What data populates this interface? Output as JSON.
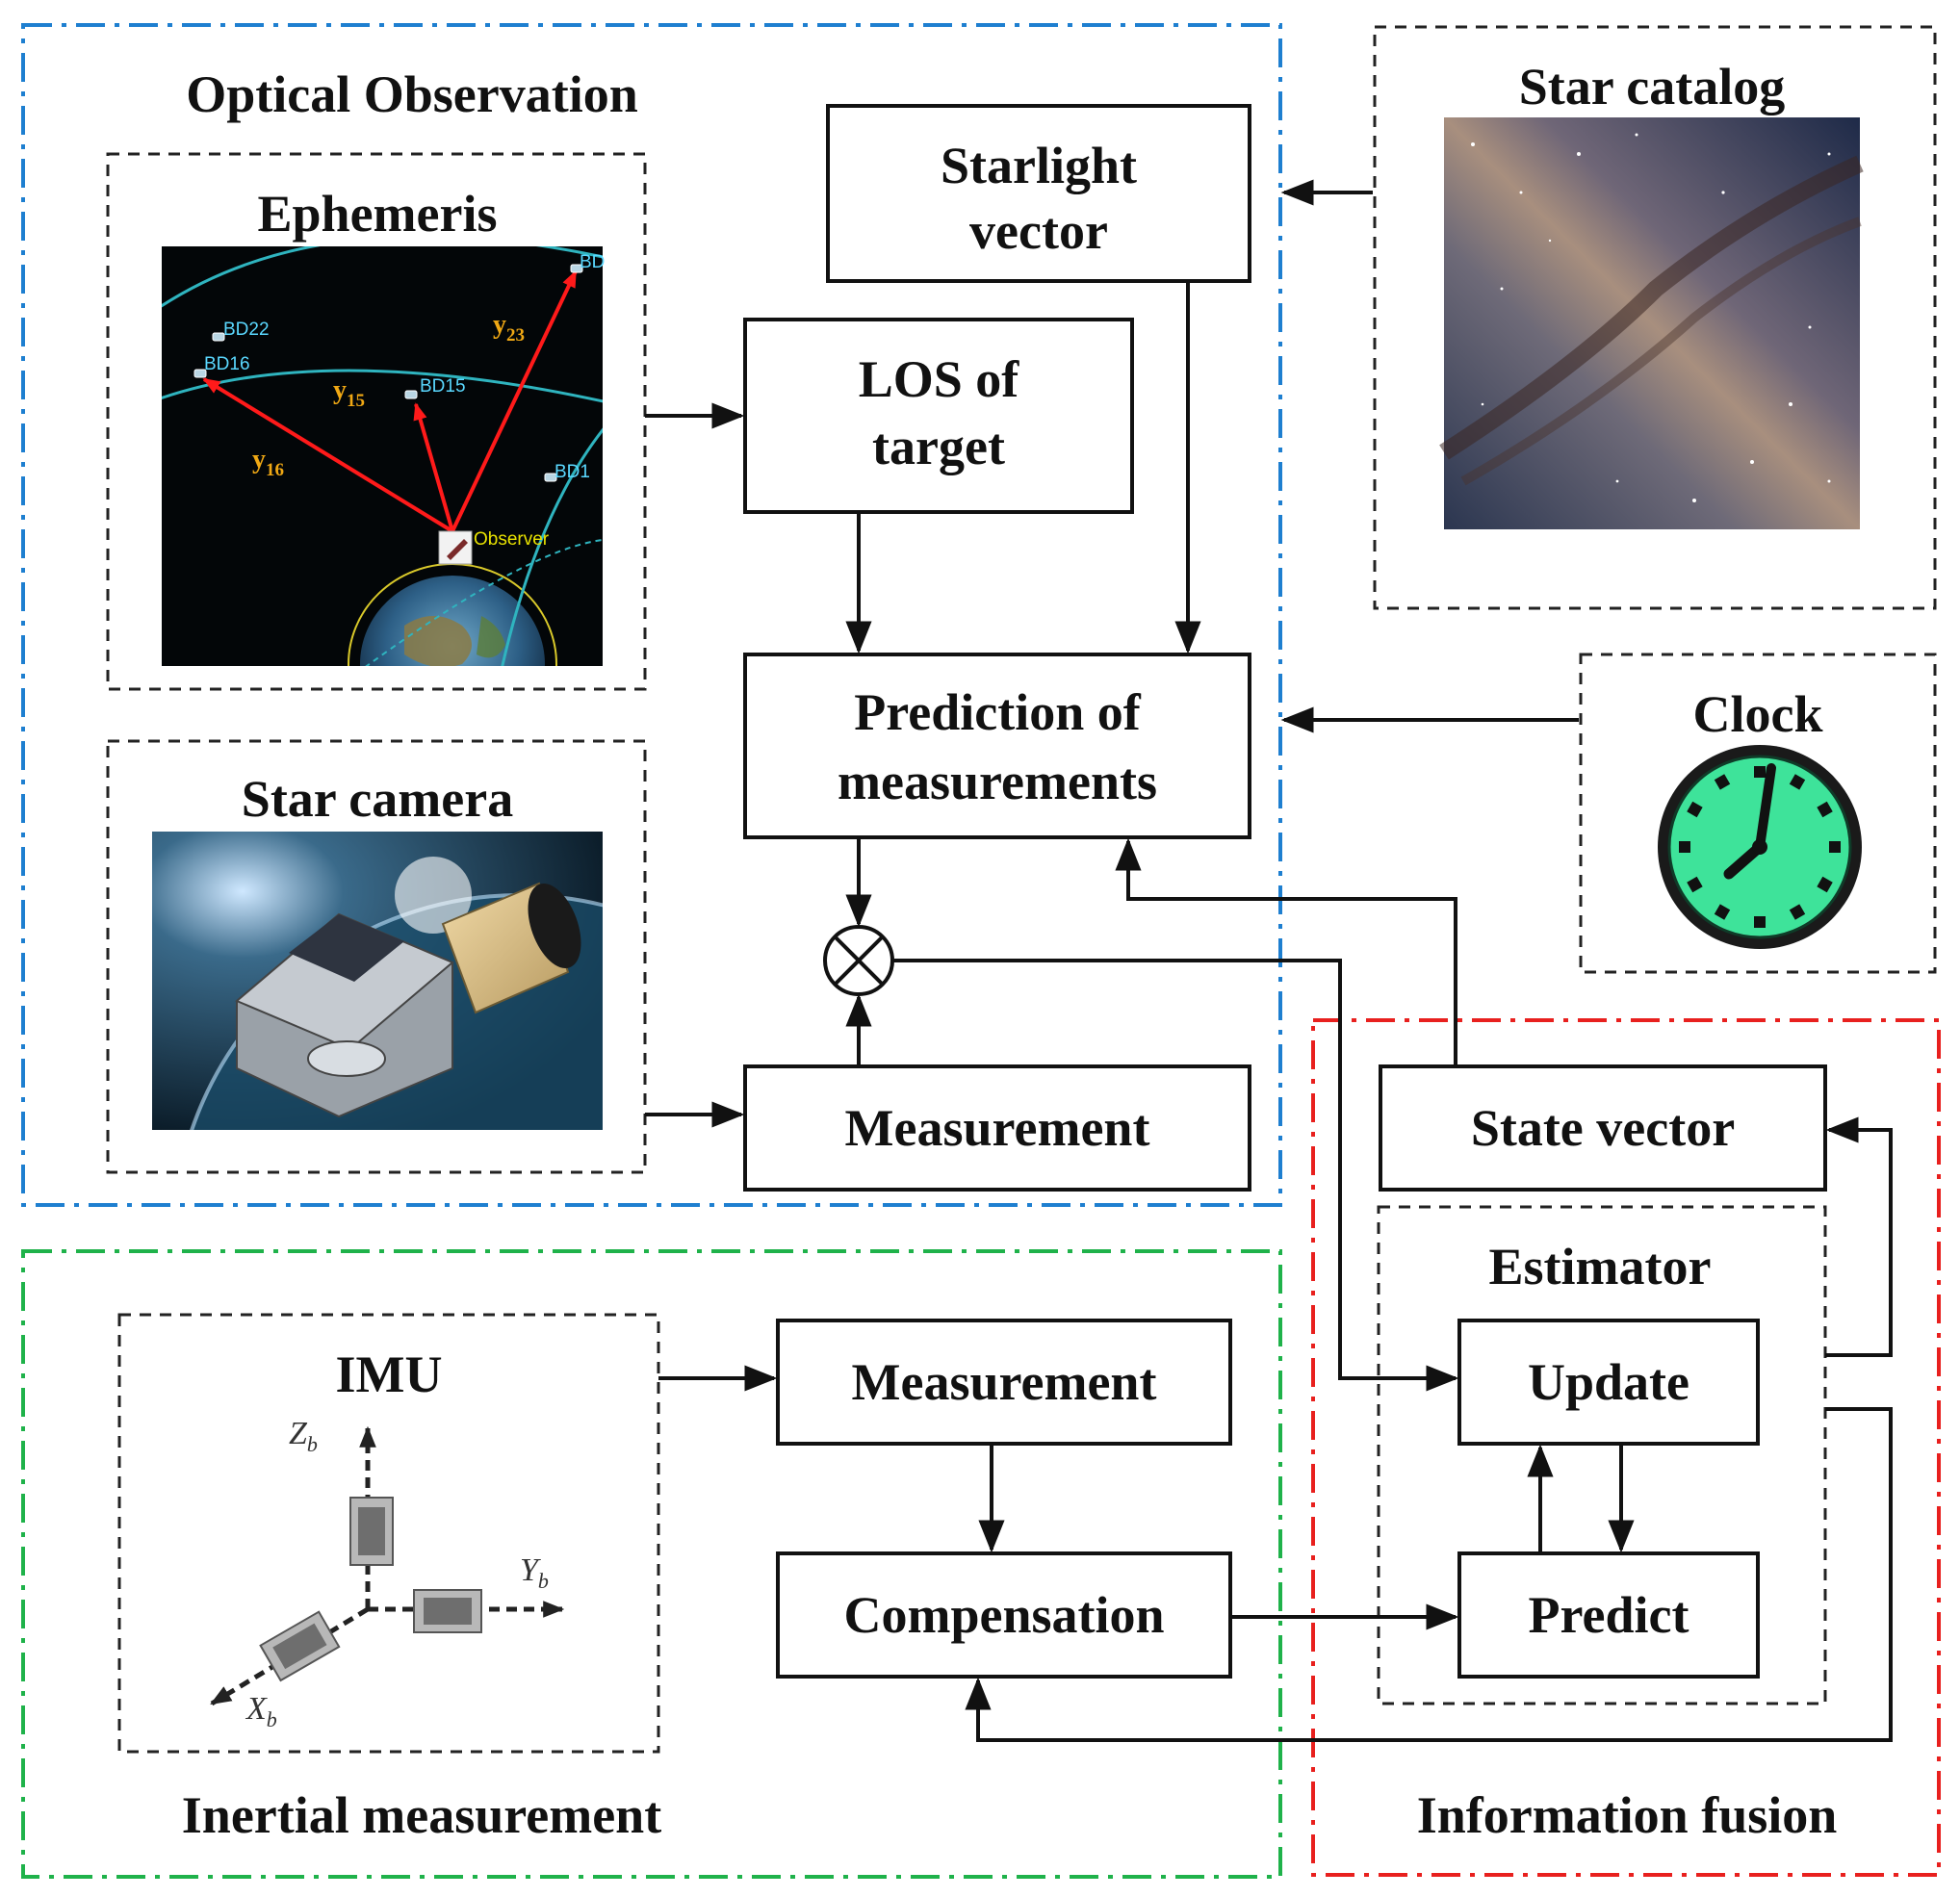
{
  "regions": {
    "optical": "Optical Observation",
    "inertial": "Inertial measurement",
    "fusion": "Information fusion"
  },
  "sources": {
    "ephemeris": "Ephemeris",
    "star_camera": "Star camera",
    "star_catalog": "Star catalog",
    "clock": "Clock",
    "imu": "IMU",
    "estimator": "Estimator"
  },
  "blocks": {
    "starlight_vector": [
      "Starlight",
      "vector"
    ],
    "los_target": [
      "LOS of",
      "target"
    ],
    "prediction": [
      "Prediction of",
      "measurements"
    ],
    "optical_measurement": "Measurement",
    "inertial_measurement": "Measurement",
    "compensation": "Compensation",
    "state_vector": "State vector",
    "update": "Update",
    "predict": "Predict"
  },
  "ephemeris_image": {
    "satellites": [
      "BD22",
      "BD16",
      "BD15",
      "BD1",
      "BD"
    ],
    "observer": "Observer",
    "ranges": [
      {
        "base": "y",
        "sub": "23"
      },
      {
        "base": "y",
        "sub": "15"
      },
      {
        "base": "y",
        "sub": "16"
      }
    ]
  },
  "imu_axes": {
    "z": {
      "base": "Z",
      "sub": "b"
    },
    "y": {
      "base": "Y",
      "sub": "b"
    },
    "x": {
      "base": "X",
      "sub": "b"
    }
  },
  "colors": {
    "optical_border": "#1e7fd0",
    "inertial_border": "#1fb24a",
    "fusion_border": "#e8201e",
    "line": "#111111",
    "clock_face": "#3ee39a"
  }
}
